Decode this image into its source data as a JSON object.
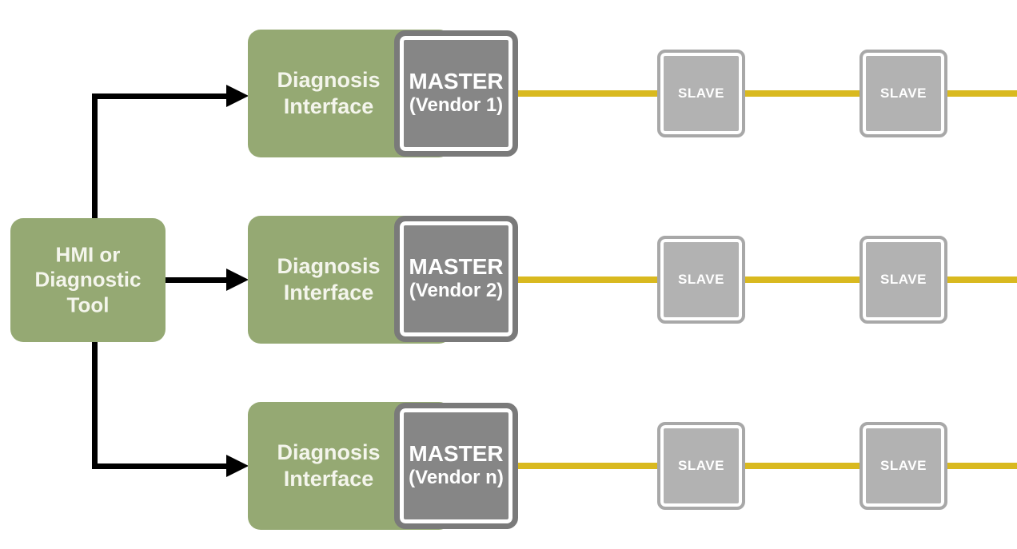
{
  "diagram": {
    "title_hint": "Multi-vendor fieldbus diagnosis topology",
    "hmi": {
      "label": "HMI or\nDiagnostic\nTool"
    },
    "rows": [
      {
        "interface_label": "Diagnosis\nInterface",
        "master": {
          "title": "MASTER",
          "vendor": "(Vendor 1)"
        },
        "slaves": [
          {
            "label": "SLAVE"
          },
          {
            "label": "SLAVE"
          }
        ]
      },
      {
        "interface_label": "Diagnosis\nInterface",
        "master": {
          "title": "MASTER",
          "vendor": "(Vendor 2)"
        },
        "slaves": [
          {
            "label": "SLAVE"
          },
          {
            "label": "SLAVE"
          }
        ]
      },
      {
        "interface_label": "Diagnosis\nInterface",
        "master": {
          "title": "MASTER",
          "vendor": "(Vendor n)"
        },
        "slaves": [
          {
            "label": "SLAVE"
          },
          {
            "label": "SLAVE"
          }
        ]
      }
    ],
    "colors": {
      "green": "#95a973",
      "master_fill": "#868686",
      "master_border": "#7a7a7a",
      "slave_fill": "#b2b2b2",
      "slave_border": "#a8a8a8",
      "bus_yellow": "#d9b91f",
      "connector_black": "#000000",
      "text_light": "#f4f5ec"
    }
  }
}
